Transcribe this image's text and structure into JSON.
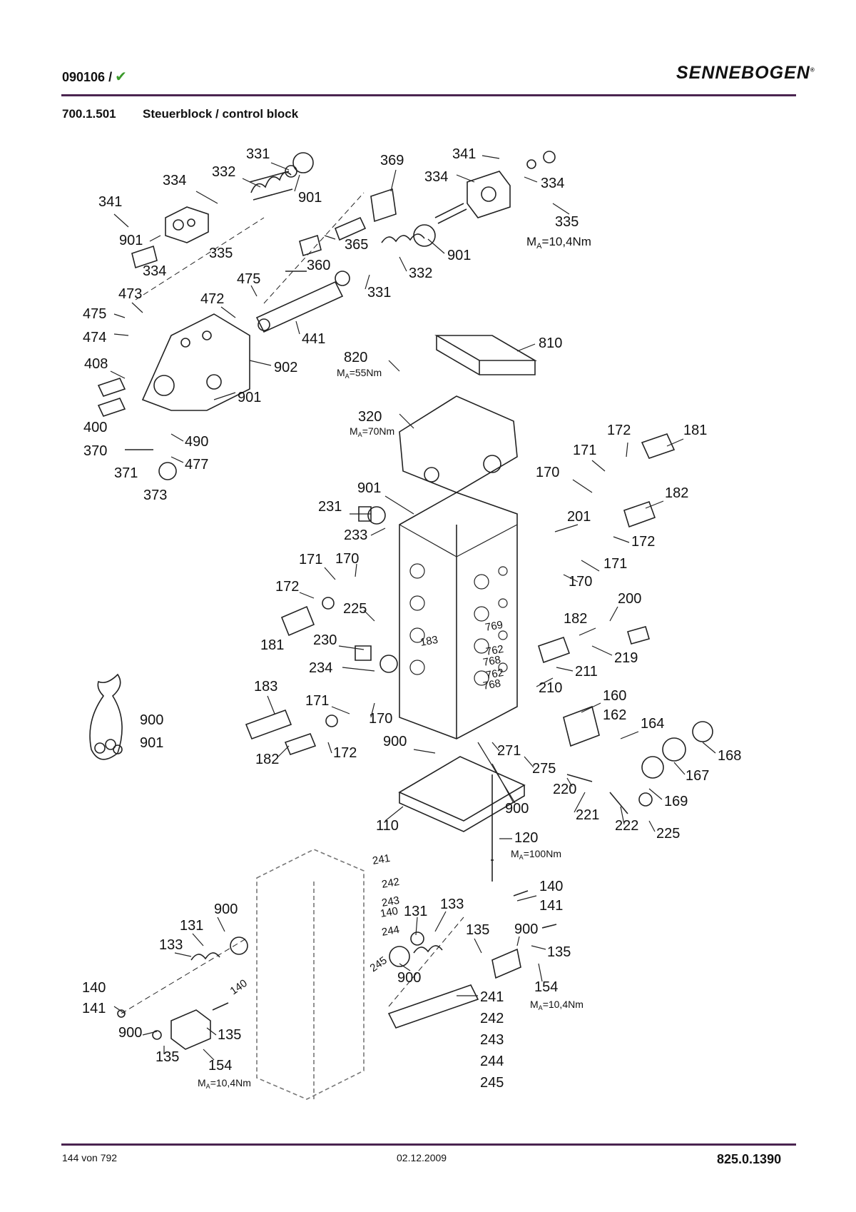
{
  "header": {
    "doc_code": "090106 /",
    "check_icon": "checkmark-icon",
    "brand": "SENNEBOGEN",
    "brand_mark": "®"
  },
  "section": {
    "number": "700.1.501",
    "title": "Steuerblock / control block"
  },
  "callouts": {
    "c331a": "331",
    "c332a": "332",
    "c334a": "334",
    "c341a": "341",
    "c901a": "901",
    "c369": "369",
    "c341b": "341",
    "c334b": "334",
    "c334c": "334",
    "c335a": "335",
    "c901b": "901",
    "c334d": "334",
    "c335b": "335",
    "c365": "365",
    "c901c": "901",
    "c360": "360",
    "c332b": "332",
    "c475a": "475",
    "c331b": "331",
    "c473": "473",
    "c472": "472",
    "c475b": "475",
    "c474": "474",
    "c441": "441",
    "c810": "810",
    "c820": "820",
    "c408": "408",
    "c902": "902",
    "c901d": "901",
    "c320": "320",
    "c400": "400",
    "c490": "490",
    "c370": "370",
    "c477": "477",
    "c371": "371",
    "c373": "373",
    "c172a": "172",
    "c181a": "181",
    "c171a": "171",
    "c170a": "170",
    "c182a": "182",
    "c901e": "901",
    "c231": "231",
    "c201": "201",
    "c233": "233",
    "c172b": "172",
    "c171b": "171",
    "c170b": "170",
    "c171c": "171",
    "c170c": "170",
    "c172c": "172",
    "c225a": "225",
    "c200": "200",
    "c181b": "181",
    "c230": "230",
    "c182b": "182",
    "c219": "219",
    "c234": "234",
    "c211": "211",
    "c183": "183",
    "c210": "210",
    "c160": "160",
    "c162": "162",
    "c171d": "171",
    "c170d": "170",
    "c900a": "900",
    "c901f": "901",
    "c164": "164",
    "c900b": "900",
    "c271": "271",
    "c168": "168",
    "c182c": "182",
    "c172d": "172",
    "c167": "167",
    "c275": "275",
    "c220": "220",
    "c169": "169",
    "c900c": "900",
    "c221": "221",
    "c222": "222",
    "c225b": "225",
    "c110": "110",
    "c120": "120",
    "c769": "769",
    "c183b": "183",
    "c762": "762",
    "c768a": "768",
    "c762b": "762",
    "c768b": "768",
    "c241a": "241",
    "c242a": "242",
    "c243a": "243",
    "c140a": "140",
    "c244a": "244",
    "c245a": "245",
    "c140b": "140",
    "c141a": "141",
    "c900d": "900",
    "c133a": "133",
    "c131a": "131",
    "c131b": "131",
    "c133b": "133",
    "c135a": "135",
    "c900e": "900",
    "c135b": "135",
    "c900f": "900",
    "c154a": "154",
    "c140c": "140",
    "c141b": "141",
    "c241b": "241",
    "c242b": "242",
    "c243b": "243",
    "c244b": "244",
    "c245b": "245",
    "c900g": "900",
    "c135c": "135",
    "c135d": "135",
    "c154b": "154",
    "c140d": "140"
  },
  "torques": {
    "t335": "=10,4Nm",
    "t820": "=55Nm",
    "t320": "=70Nm",
    "t120": "=100Nm",
    "t154a": "=10,4Nm",
    "t154b": "=10,4Nm",
    "symbol": "M",
    "subscript": "A"
  },
  "footer": {
    "page": "144 von 792",
    "date": "02.12.2009",
    "doc_number": "825.0.1390"
  }
}
